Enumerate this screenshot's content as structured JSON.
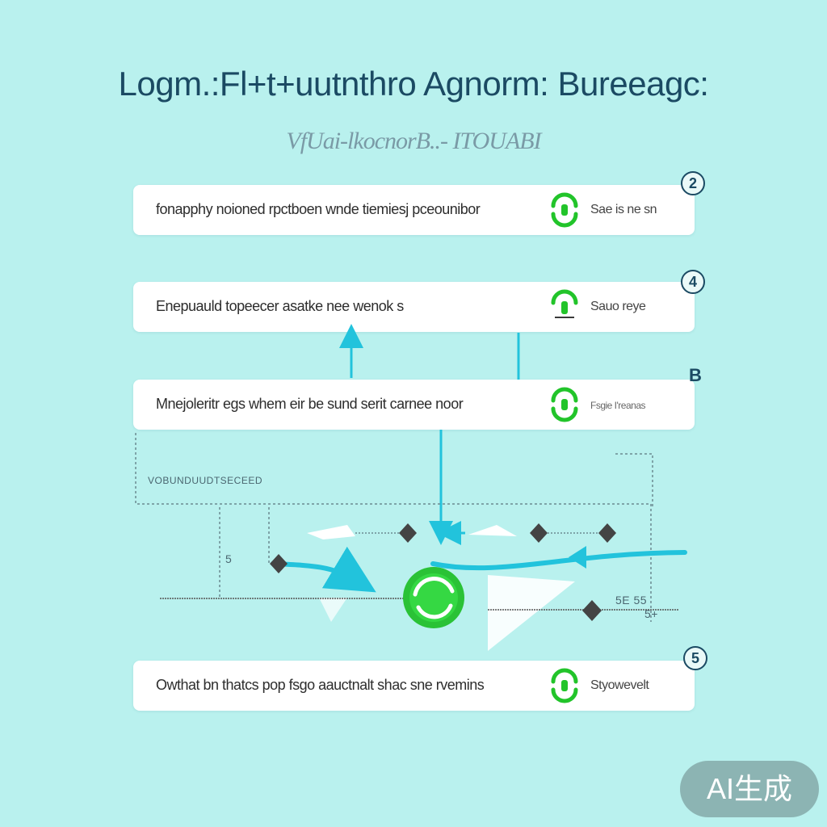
{
  "header": {
    "title": "Logm.:Fl+t+uutnthro Agnorm: Bureeagc:",
    "subtitle": "VfUai-lkocnorB..- ITOUABI"
  },
  "steps": [
    {
      "badge": "2",
      "text": "fonapphy noioned rpctboen wnde tiemiesj pceounibor",
      "side": "Sae is ne sn",
      "status_color": "#22c42a"
    },
    {
      "badge": "4",
      "text": "Enepuauld topeecer asatke nee wenok s",
      "side": "Sauo reye",
      "status_color": "#22c42a"
    },
    {
      "badge": "B",
      "text": "Mnejoleritr egs whem eir be sund serit carnee noor",
      "side": "Fsgie I'reanas",
      "status_color": "#22c42a"
    },
    {
      "badge": "5",
      "text": "Owthat bn thatcs pop fsgo aauctnalt shac sne rvemins",
      "side": "Styowevelt",
      "status_color": "#22c42a"
    }
  ],
  "flow": {
    "dashed_box_label": "VOBUNDUUDTSECEED",
    "left_marker": "5",
    "right_marker_top": "5E 55",
    "right_marker_bottom": "5+"
  },
  "watermark": "AI生成",
  "colors": {
    "background": "#b9f1ee",
    "arrow": "#22c3dc",
    "status_green": "#22c42a",
    "title": "#1b4a63"
  }
}
